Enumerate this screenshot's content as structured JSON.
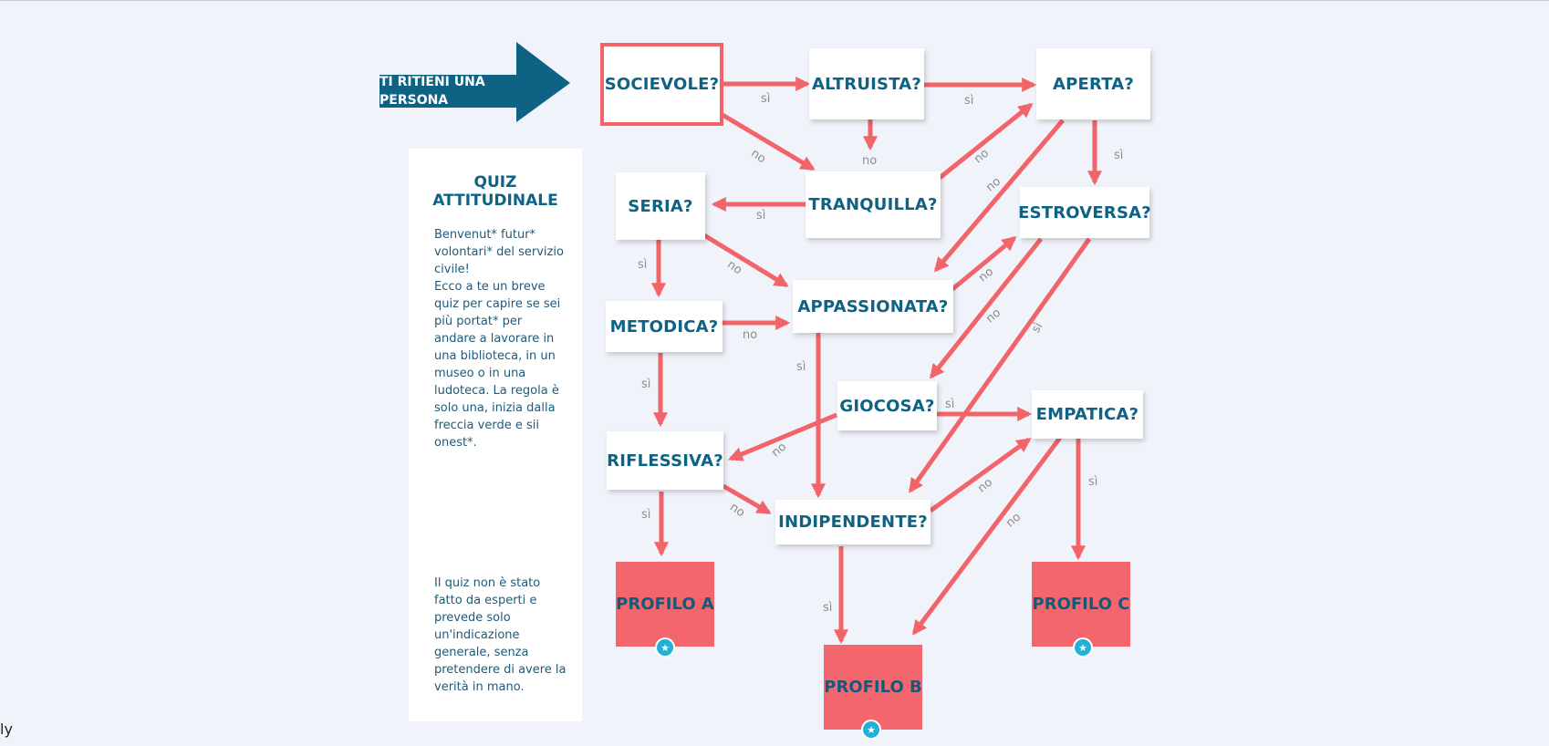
{
  "start_arrow": {
    "label": "TI RITIENI UNA PERSONA"
  },
  "panel": {
    "title": "QUIZ ATTITUDINALE",
    "intro": "Benvenut* futur* volontari* del servizio civile!\nEcco a te un breve quiz per capire se sei più portat* per andare a lavorare in una biblioteca, in un museo o in una ludoteca. La regola è solo una, inizia dalla freccia verde e sii onest*.",
    "disclaimer": "Il quiz non è stato fatto da esperti e prevede solo un'indicazione generale, senza pretendere di avere la verità in mano."
  },
  "questions": {
    "socievole": "SOCIEVOLE?",
    "altruista": "ALTRUISTA?",
    "aperta": "APERTA?",
    "tranquilla": "TRANQUILLA?",
    "seria": "SERIA?",
    "estroversa": "ESTROVERSA?",
    "appassionata": "APPASSIONATA?",
    "metodica": "METODICA?",
    "giocosa": "GIOCOSA?",
    "empatica": "EMPATICA?",
    "riflessiva": "RIFLESSIVA?",
    "indipendente": "INDIPENDENTE?"
  },
  "profiles": {
    "a": "PROFILO A",
    "b": "PROFILO B",
    "c": "PROFILO C"
  },
  "edge_labels": {
    "yes": "sì",
    "no": "no"
  },
  "corner_text": "ly",
  "colors": {
    "arrow": "#f0646a",
    "title": "#0e6284",
    "start_arrow": "#0e6284",
    "profile": "#f4666d",
    "badge": "#22b0d8"
  },
  "icons": [
    "star-icon"
  ]
}
